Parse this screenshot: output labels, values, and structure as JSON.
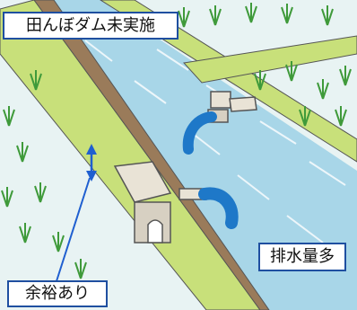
{
  "labels": {
    "title": "田んぼダム未実施",
    "drainage": "排水量多",
    "margin": "余裕あり"
  },
  "colors": {
    "water": "#a8d6e8",
    "water_stripe": "#ffffff",
    "embankment_top": "#c8e07a",
    "embankment_side": "#9a7b5a",
    "paddy_field": "#e8f3f3",
    "rice_plant": "#3f9a3a",
    "outflow": "#1e78c8",
    "label_border": "#1f4fa0",
    "arrow": "#1f5fd0"
  }
}
